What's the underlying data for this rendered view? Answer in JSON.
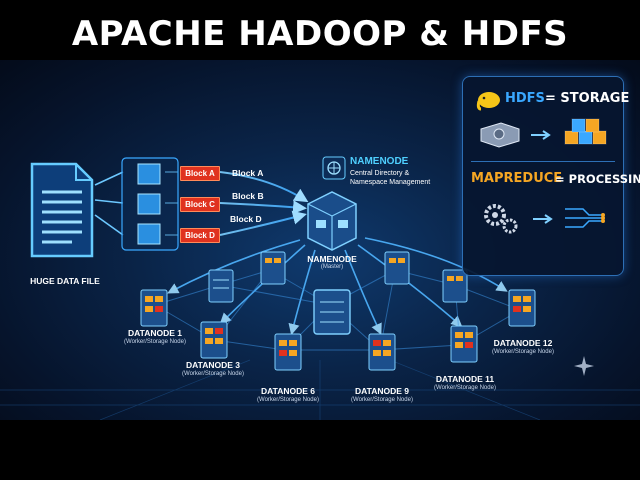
{
  "title": "APACHE HADOOP & HDFS EXPLAINED",
  "file": {
    "label": "HUGE DATA FILE"
  },
  "blocks": [
    "Block A",
    "Block C",
    "Block D"
  ],
  "arrow_labels": [
    "Block A",
    "Block B",
    "Block D"
  ],
  "namenode": {
    "badge_title": "NAMENODE",
    "badge_desc_1": "Central Directory &",
    "badge_desc_2": "Namespace Management",
    "label": "NAMENODE",
    "sublabel": "(Master)"
  },
  "datanodes": [
    {
      "label": "DATANODE 1",
      "sublabel": "(Worker/Storage Node)"
    },
    {
      "label": "DATANODE 3",
      "sublabel": "(Worker/Storage Node)"
    },
    {
      "label": "DATANODE 6",
      "sublabel": "(Worker/Storage Node)"
    },
    {
      "label": "DATANODE 9",
      "sublabel": "(Worker/Storage Node)"
    },
    {
      "label": "DATANODE 11",
      "sublabel": "(Worker/Storage Node)"
    },
    {
      "label": "DATANODE 12",
      "sublabel": "(Worker/Storage Node)"
    }
  ],
  "panel": {
    "hdfs_word": "HDFS",
    "hdfs_eq": "= STORAGE",
    "mr_word": "MAPREDUCE",
    "mr_eq": "= PROCESSING"
  },
  "colors": {
    "accent_blue": "#3aa8ff",
    "accent_orange": "#f5a623",
    "block_red": "#e0321f"
  },
  "icons": [
    "document-icon",
    "globe-icon",
    "server-icon",
    "elephant-icon",
    "hard-drive-icon",
    "cubes-icon",
    "gears-icon",
    "circuit-icon",
    "sparkle-icon"
  ]
}
